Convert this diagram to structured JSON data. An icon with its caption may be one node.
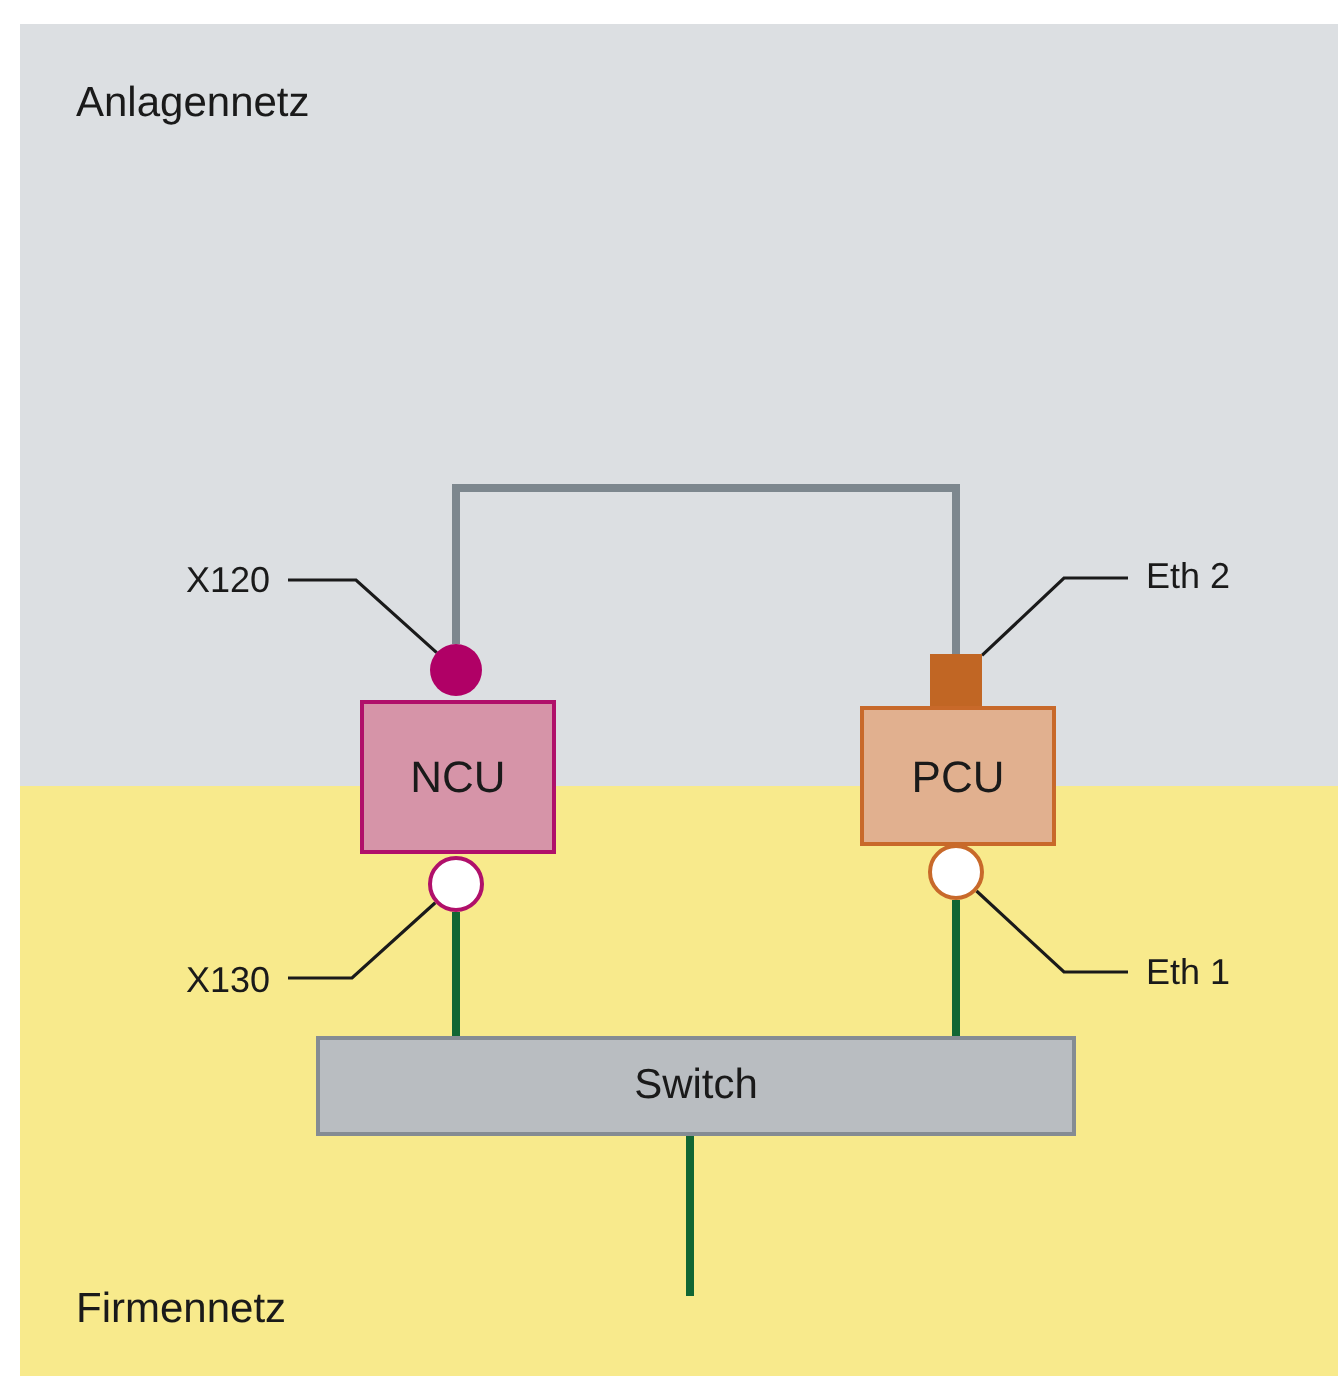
{
  "diagram": {
    "nodes": [
      {
        "text": [
          "Anlagennetz"
        ]
      },
      {
        "text": [
          "Firmennetz"
        ]
      },
      {
        "text": [
          "X120"
        ],
        "in": 0
      },
      {
        "text": [],
        "shape": "circle",
        "in": 0
      },
      {
        "text": [
          "Eth 2"
        ],
        "in": 0
      },
      {
        "text": [],
        "shape": "box",
        "in": 0
      },
      {
        "text": [
          "NCU"
        ]
      },
      {
        "text": [
          "PCU"
        ]
      },
      {
        "text": [],
        "shape": "circle",
        "in": 1
      },
      {
        "text": [],
        "shape": "circle",
        "in": 1
      },
      {
        "text": [
          "X130"
        ],
        "in": 1
      },
      {
        "text": [
          "Eth 1"
        ],
        "in": 1
      },
      {
        "text": [
          "Switch"
        ],
        "in": 1
      }
    ],
    "edges": [
      {
        "from": 3,
        "to": 5,
        "arrow": "none",
        "style": "thick",
        "color": "#7d878e"
      },
      {
        "from": 8,
        "to": 12,
        "arrow": "none",
        "style": "thick",
        "color": "#116633"
      },
      {
        "from": 9,
        "to": 12,
        "arrow": "none",
        "style": "thick",
        "color": "#116633"
      },
      {
        "from": 12,
        "to": null,
        "arrow": "none",
        "style": "thick",
        "color": "#116633"
      },
      {
        "from": 2,
        "to": 3,
        "arrow": "none"
      },
      {
        "from": 4,
        "to": 5,
        "arrow": "none"
      },
      {
        "from": 10,
        "to": 8,
        "arrow": "none"
      },
      {
        "from": 11,
        "to": 9,
        "arrow": "none"
      }
    ]
  }
}
